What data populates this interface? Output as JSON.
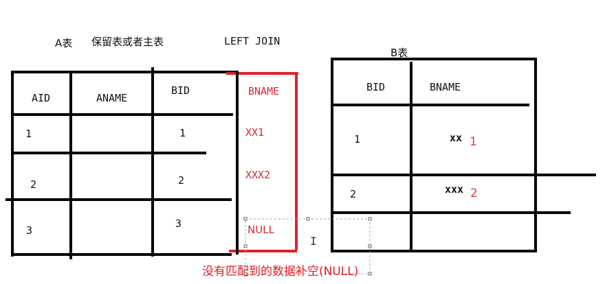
{
  "title": {
    "a_label": "A表",
    "a_desc": "保留表或者主表",
    "join": "LEFT JOIN",
    "b_label": "B表"
  },
  "table_a": {
    "headers": [
      "AID",
      "ANAME",
      "BID"
    ],
    "rows": [
      [
        "1",
        "",
        "1"
      ],
      [
        "2",
        "",
        "2"
      ],
      [
        "3",
        "",
        "3"
      ]
    ]
  },
  "joined_column": {
    "header": "BNAME",
    "values": [
      "XX1",
      "XXX2",
      "NULL"
    ]
  },
  "table_b": {
    "headers": [
      "BID",
      "BNAME"
    ],
    "rows": [
      {
        "bid": "1",
        "bname": "xx",
        "suffix": "1"
      },
      {
        "bid": "2",
        "bname": "xxx",
        "suffix": "2"
      }
    ]
  },
  "caption": "没有匹配到的数据补空(NULL)",
  "cursor": "I",
  "colors": {
    "line": "#000000",
    "highlight": "#e0202a",
    "caption": "#e31b23",
    "selection": "#7fb0d8"
  }
}
